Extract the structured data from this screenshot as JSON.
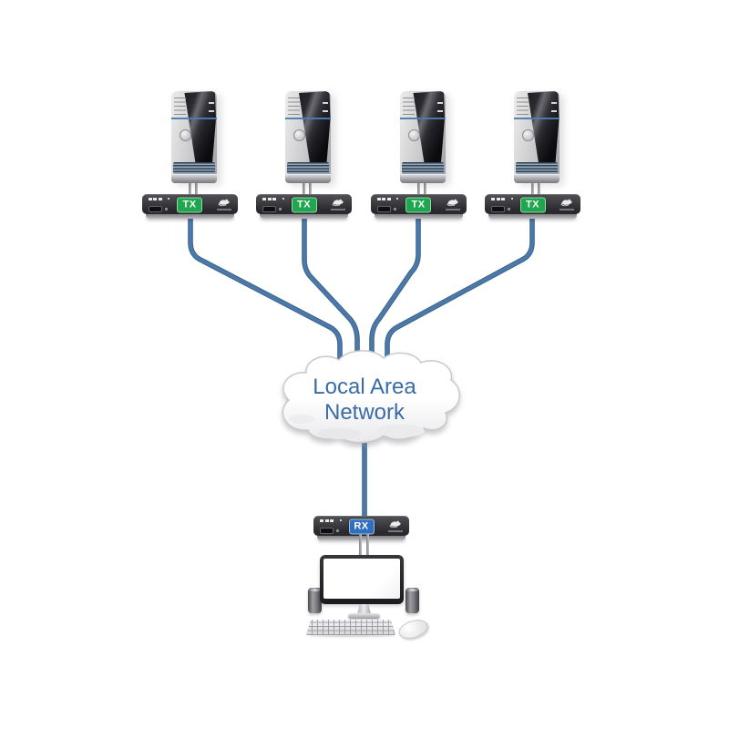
{
  "diagram": {
    "cloud": {
      "label": "Local Area Network"
    },
    "tx_units": [
      {
        "label": "TX"
      },
      {
        "label": "TX"
      },
      {
        "label": "TX"
      },
      {
        "label": "TX"
      }
    ],
    "rx_unit": {
      "label": "RX"
    },
    "colors": {
      "cable_blue": "#4d79a8",
      "tx_badge_green": "#1fa64e",
      "rx_badge_blue": "#2f6fbe",
      "cloud_text_blue": "#3a6ba6"
    },
    "icons": {
      "brand_logo": "rat-logo-icon",
      "equipment": [
        "computer-tower",
        "tx-extender",
        "rx-extender",
        "lan-cloud",
        "monitor",
        "speaker",
        "keyboard",
        "mouse",
        "ethernet-cable"
      ]
    }
  }
}
